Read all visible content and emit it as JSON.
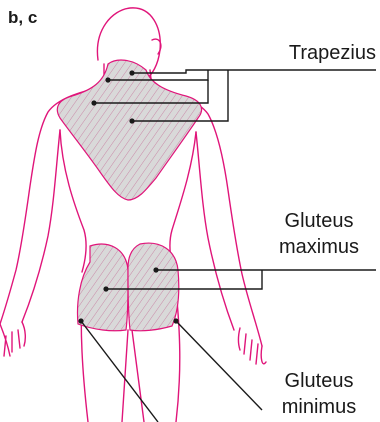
{
  "panel_label": "b, c",
  "labels": {
    "trapezius": "Trapezius",
    "gluteus_maximus": [
      "Gluteus",
      "maximus"
    ],
    "gluteus_minimus": [
      "Gluteus",
      "minimus"
    ]
  },
  "colors": {
    "outline": "#e0157a",
    "muscle_fill": "#d9d9d9",
    "fiber": "#c98aa8",
    "leader": "#1a1a1a"
  }
}
